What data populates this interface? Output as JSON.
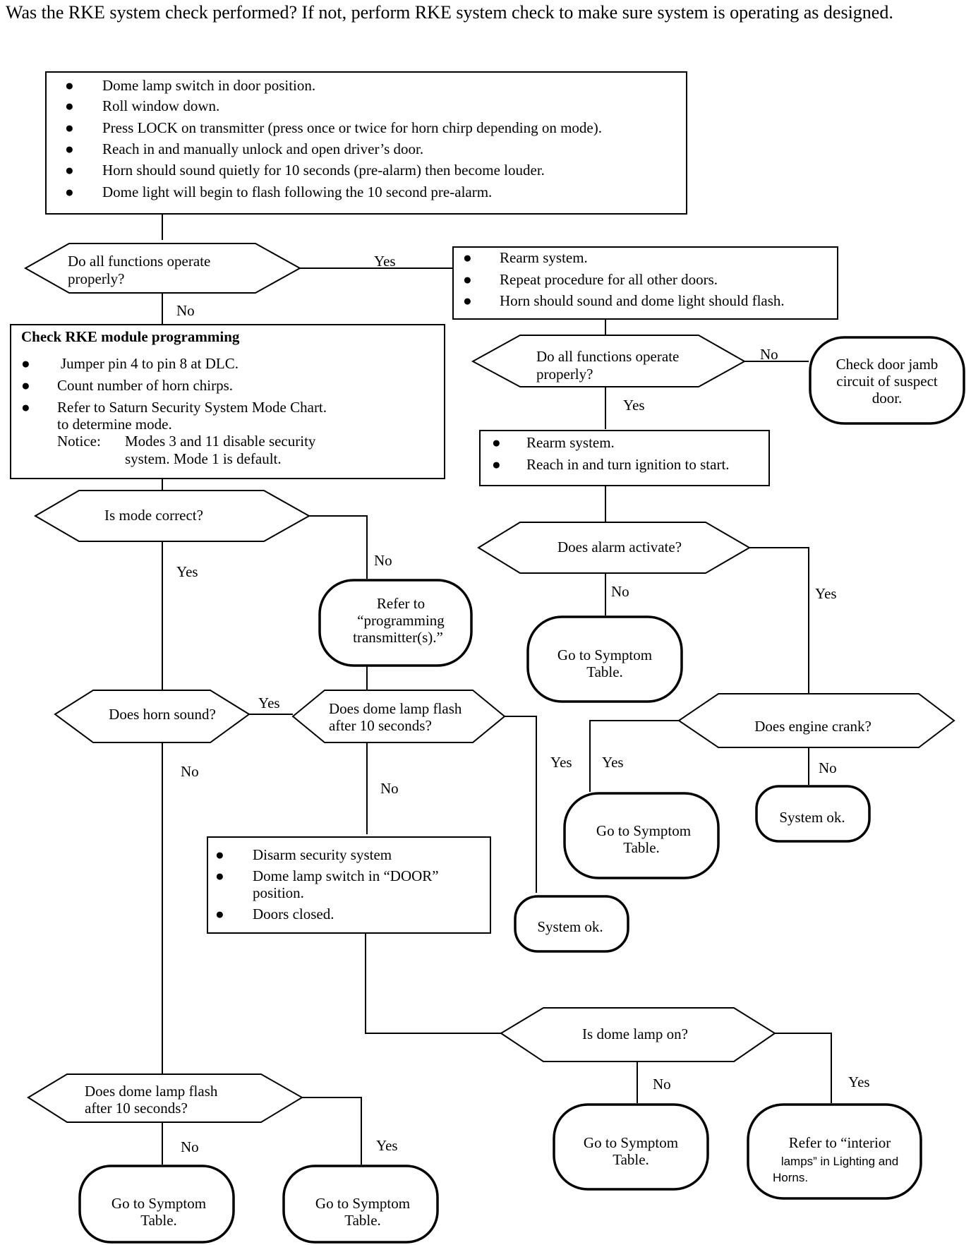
{
  "header": "Was the RKE system check performed? If not, perform RKE system check to make sure system is operating as designed.",
  "box_initial": [
    "Dome lamp switch in door position.",
    "Roll window down.",
    "Press LOCK on transmitter (press once or twice for horn chirp depending on mode).",
    "Reach in and manually unlock and open driver’s door.",
    "Horn should sound quietly for 10 seconds (pre-alarm) then become louder.",
    "Dome light will begin to flash following the 10 second pre-alarm."
  ],
  "dec_functions_1": [
    "Do all functions operate",
    "properly?"
  ],
  "box_rearm_1": [
    "Rearm system.",
    "Repeat procedure for all other doors.",
    "Horn should sound and dome light should flash."
  ],
  "box_rke_module": {
    "title": "Check RKE module programming",
    "items": [
      "Jumper pin 4 to pin 8 at DLC.",
      "Count number of horn chirps.",
      "Refer to Saturn Security System Mode Chart."
    ],
    "cont": "to determine mode.",
    "notice_label": "Notice:",
    "notice_lines": [
      "Modes 3 and 11 disable security",
      "system. Mode 1 is default."
    ]
  },
  "dec_functions_2": [
    "Do all functions operate",
    "properly?"
  ],
  "term_door_jamb": [
    "Check door jamb",
    "circuit of suspect",
    "door."
  ],
  "box_rearm_2": [
    "Rearm system.",
    "Reach in and turn ignition to start."
  ],
  "dec_mode": "Is mode correct?",
  "term_programming": [
    "Refer to",
    "“programming",
    "transmitter(s).”"
  ],
  "dec_alarm": "Does alarm activate?",
  "term_symptom_1": [
    "Go to Symptom",
    "Table."
  ],
  "dec_horn": "Does horn sound?",
  "dec_dome_flash_1": [
    "Does dome lamp flash",
    "after 10 seconds?"
  ],
  "dec_crank": "Does engine crank?",
  "term_symptom_2": [
    "Go to Symptom",
    "Table."
  ],
  "term_system_ok_1": "System ok.",
  "box_disarm": [
    "Disarm security system",
    "Dome lamp switch in “DOOR”",
    "position.",
    "Doors closed."
  ],
  "term_system_ok_2": "System ok.",
  "dec_dome_on": "Is dome lamp on?",
  "dec_dome_flash_2": [
    "Does dome lamp flash",
    "after 10 seconds?"
  ],
  "term_symptom_3": [
    "Go to Symptom",
    "Table."
  ],
  "term_interior": [
    "Refer to “interior",
    "lamps” in Lighting and",
    "Horns."
  ],
  "term_symptom_4": [
    "Go to Symptom",
    "Table."
  ],
  "term_symptom_5": [
    "Go to Symptom",
    "Table."
  ],
  "labels": {
    "yes": "Yes",
    "no": "No",
    "bullet": "●"
  }
}
